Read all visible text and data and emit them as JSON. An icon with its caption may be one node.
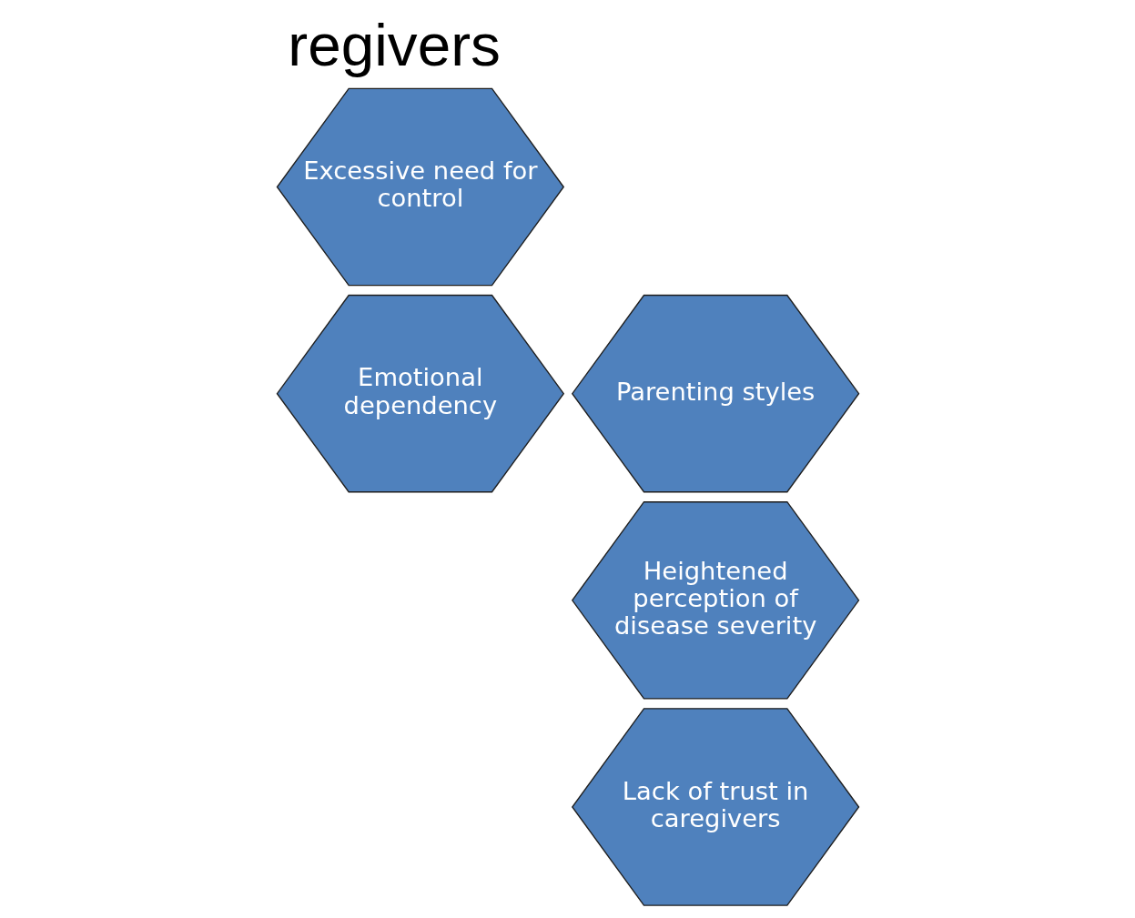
{
  "diagram": {
    "title": "regivers",
    "nodes": [
      {
        "text": [
          "Emotional dependency"
        ]
      },
      {
        "text": [
          "Parenting styles"
        ]
      },
      {
        "text": [
          "Excessive need for control"
        ]
      },
      {
        "text": [
          "Heightened perception of disease severity"
        ]
      },
      {
        "text": [
          "Lack of trust in caregivers"
        ]
      }
    ],
    "edges": []
  }
}
